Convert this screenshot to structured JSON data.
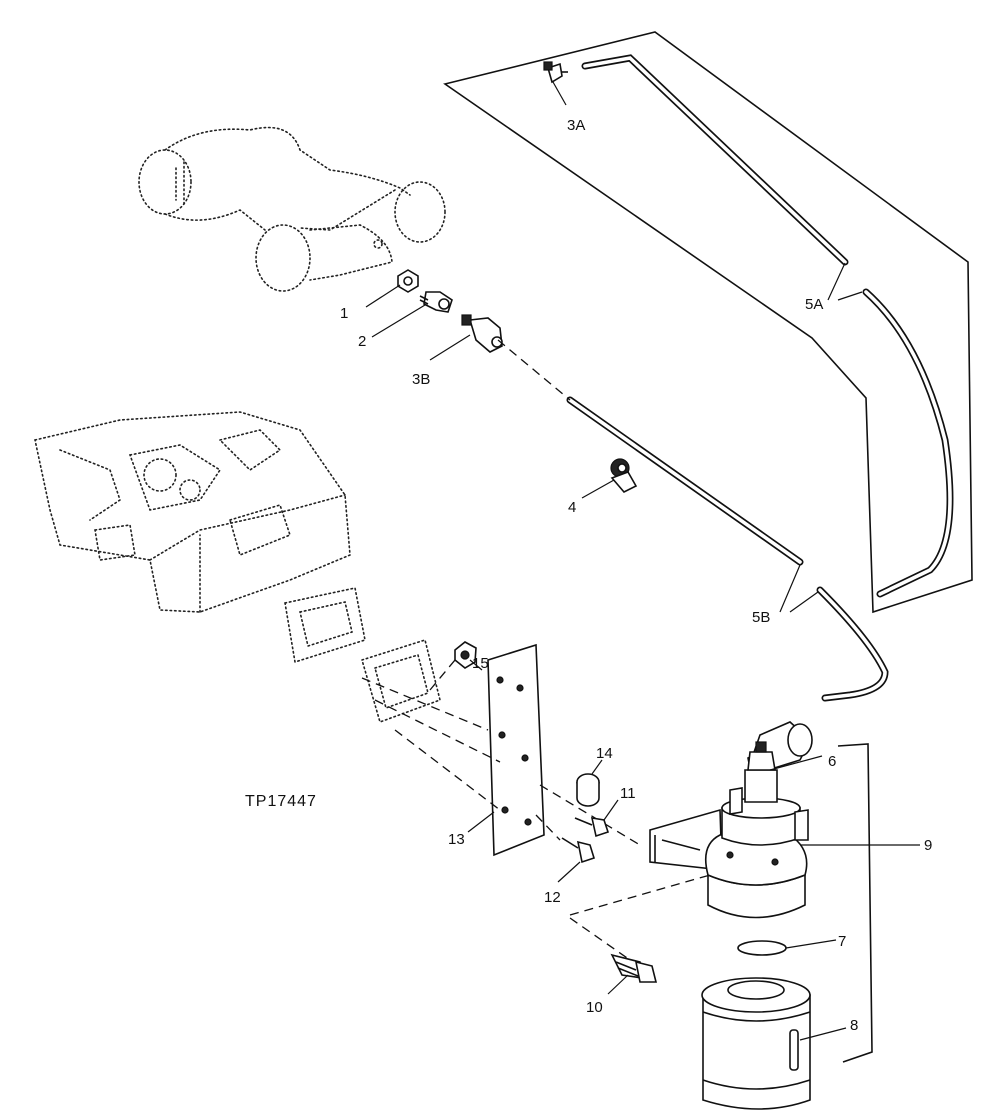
{
  "figure": {
    "code": "TP17447",
    "callouts": [
      {
        "id": "c1",
        "label": "1"
      },
      {
        "id": "c2",
        "label": "2"
      },
      {
        "id": "c3a",
        "label": "3A"
      },
      {
        "id": "c3b",
        "label": "3B"
      },
      {
        "id": "c4",
        "label": "4"
      },
      {
        "id": "c5a",
        "label": "5A"
      },
      {
        "id": "c5b",
        "label": "5B"
      },
      {
        "id": "c6",
        "label": "6"
      },
      {
        "id": "c7",
        "label": "7"
      },
      {
        "id": "c8",
        "label": "8"
      },
      {
        "id": "c9",
        "label": "9"
      },
      {
        "id": "c10",
        "label": "10"
      },
      {
        "id": "c11",
        "label": "11"
      },
      {
        "id": "c12",
        "label": "12"
      },
      {
        "id": "c13",
        "label": "13"
      },
      {
        "id": "c14",
        "label": "14"
      },
      {
        "id": "c15",
        "label": "15"
      }
    ]
  }
}
